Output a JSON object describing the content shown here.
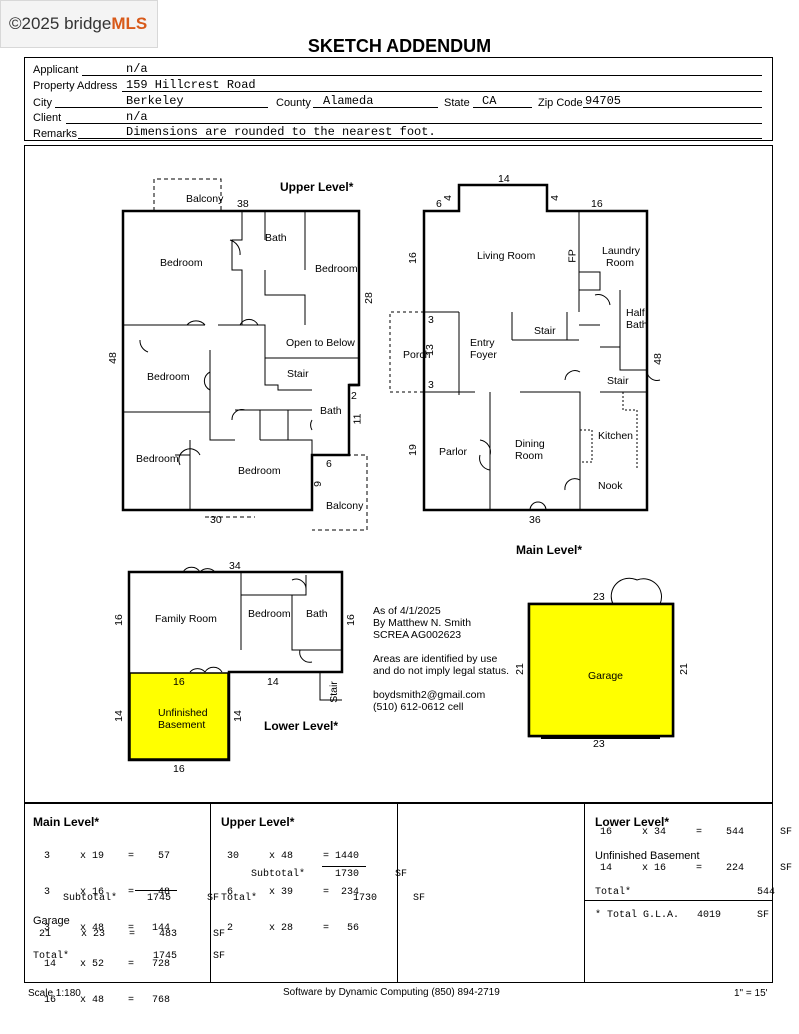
{
  "watermark": {
    "text": "©2025 bridgeMLS",
    "copyright": "©2025 bridge",
    "mls": "MLS"
  },
  "title": "SKETCH  ADDENDUM",
  "info": {
    "applicant_label": "Applicant",
    "applicant": "n/a",
    "address_label": "Property Address",
    "address": "159 Hillcrest Road",
    "city_label": "City",
    "city": "Berkeley",
    "county_label": "County",
    "county": "Alameda",
    "state_label": "State",
    "state": "CA",
    "zip_label": "Zip Code",
    "zip": "94705",
    "client_label": "Client",
    "client": "n/a",
    "remarks_label": "Remarks",
    "remarks": "Dimensions are rounded to the nearest foot."
  },
  "sketch": {
    "upper": {
      "title": "Upper Level*",
      "rooms": [
        "Balcony",
        "Bath",
        "Bedroom",
        "Bedroom",
        "Bedroom",
        "Open to Below",
        "Stair",
        "Bath",
        "Bedroom",
        "Bedroom",
        "Balcony"
      ],
      "dims": [
        "38",
        "48",
        "28",
        "2",
        "11",
        "6",
        "9",
        "30"
      ]
    },
    "main": {
      "title": "Main Level*",
      "rooms": [
        "Living Room",
        "FP",
        "Laundry",
        "Room",
        "Half",
        "Bath",
        "Stair",
        "Entry",
        "Foyer",
        "Porch",
        "Stair",
        "Parlor",
        "Dining",
        "Room",
        "Kitchen",
        "Nook"
      ],
      "dims": [
        "14",
        "4",
        "6",
        "4",
        "16",
        "16",
        "3",
        "13",
        "3",
        "48",
        "19",
        "36"
      ]
    },
    "lower": {
      "title": "Lower Level*",
      "rooms": [
        "Family Room",
        "Bedroom",
        "Bath",
        "Stair",
        "Unfinished",
        "Basement"
      ],
      "dims": [
        "34",
        "16",
        "16",
        "16",
        "14",
        "14",
        "14",
        "16"
      ]
    },
    "garage": {
      "label": "Garage",
      "dims": [
        "23",
        "21",
        "21",
        "23"
      ]
    },
    "notes": [
      "As of 4/1/2025",
      "By Matthew N. Smith",
      "SCREA AG002623",
      "",
      "Areas are identified by use",
      "and do not imply legal status.",
      "",
      "boydsmith2@gmail.com",
      "(510) 612-0612 cell"
    ],
    "colors": {
      "fill": "#ffff00",
      "line": "#000000"
    }
  },
  "calcs": {
    "main": {
      "title": "Main Level*",
      "rows": [
        "3     x 19    =    57",
        "3     x 16    =    48",
        "3     x 48    =   144",
        "14    x 52    =   728",
        "16    x 48    =   768"
      ],
      "subtotal": "Subtotal*     1745      SF",
      "garage_title": "Garage",
      "garage_row": "21     x 23    =    483      SF",
      "total": "Total*              1745      SF"
    },
    "upper": {
      "title": "Upper Level*",
      "rows": [
        "30     x 48     = 1440",
        "6      x 39     =  234",
        "2      x 28     =   56"
      ],
      "subtotal": "Subtotal*     1730      SF",
      "total": "Total*                1730      SF"
    },
    "lower": {
      "title": "Lower Level*",
      "row": "16     x 34     =    544      SF",
      "ub_title": "Unfinished Basement",
      "ub_row": "14     x 16     =    224      SF",
      "total": "Total*                     544      SF",
      "gla": "* Total G.L.A.   4019      SF"
    }
  },
  "footer": {
    "scale": "Scale 1:180",
    "software": "Software by Dynamic Computing (850) 894-2719",
    "ratio": "1\" = 15'"
  }
}
